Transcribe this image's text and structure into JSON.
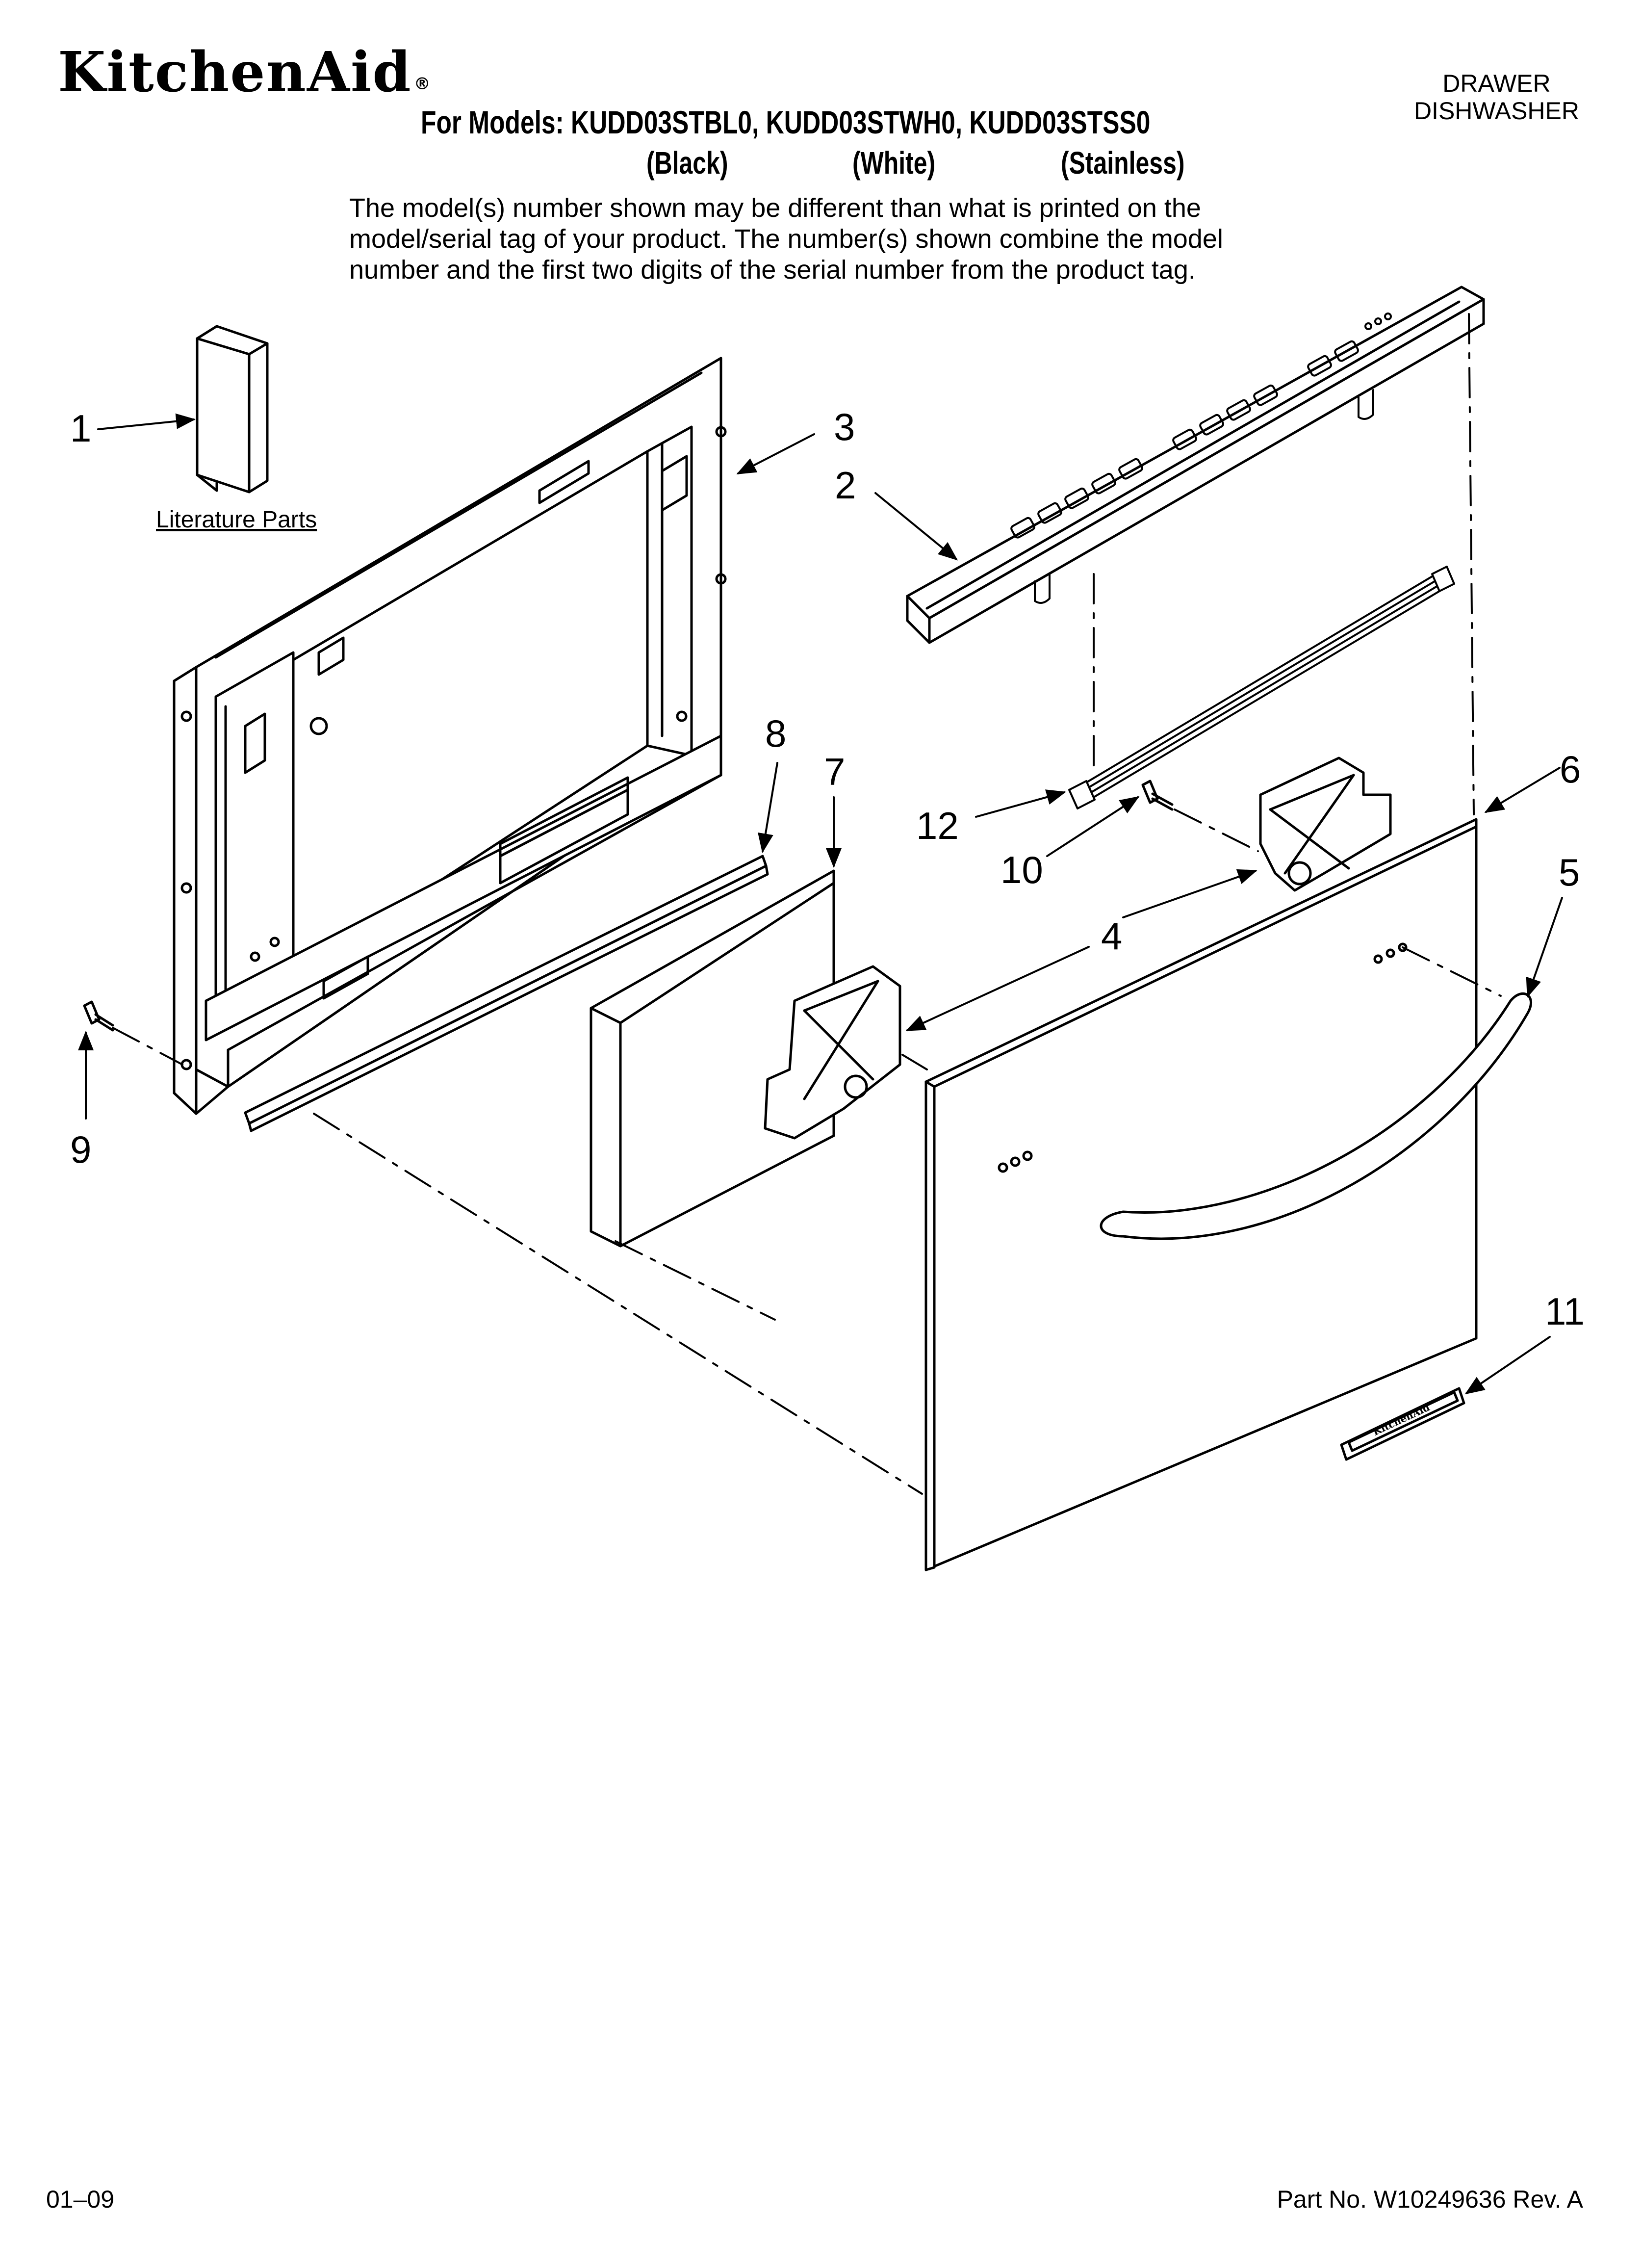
{
  "header": {
    "brand": "KitchenAid",
    "models_line": "For Models: KUDD03STBL0, KUDD03STWH0, KUDD03STSS0",
    "variants": [
      "(Black)",
      "(White)",
      "(Stainless)"
    ],
    "doc_type": [
      "DRAWER",
      "DISHWASHER"
    ],
    "note": [
      "The model(s) number shown may be different than what is printed on the",
      "model/serial tag of your product. The number(s) shown combine the model",
      "number and the first two digits of the serial number from the product tag."
    ]
  },
  "diagram": {
    "literature_label": "Literature Parts",
    "callouts": [
      "1",
      "2",
      "3",
      "4",
      "5",
      "6",
      "7",
      "8",
      "9",
      "10",
      "11",
      "12"
    ],
    "badge_text": "KitchenAid"
  },
  "footer": {
    "date": "01–09",
    "part_no": "Part No. W10249636 Rev. A"
  }
}
